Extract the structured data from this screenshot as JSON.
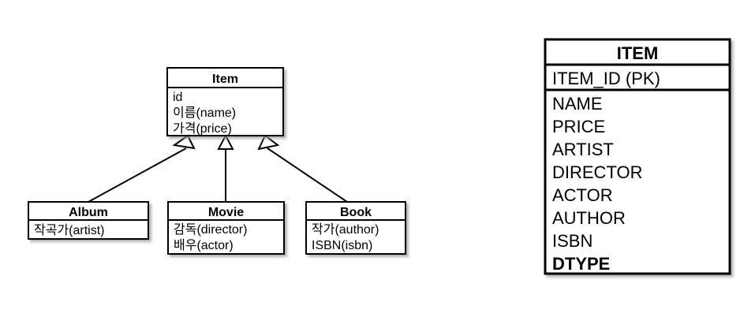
{
  "diagram": {
    "type": "uml-class-to-table-mapping",
    "uml": {
      "superclass": {
        "name": "Item",
        "attributes": [
          "id",
          "이름(name)",
          "가격(price)"
        ]
      },
      "subclasses": [
        {
          "name": "Album",
          "attributes": [
            "작곡가(artist)"
          ]
        },
        {
          "name": "Movie",
          "attributes": [
            "감독(director)",
            "배우(actor)"
          ]
        },
        {
          "name": "Book",
          "attributes": [
            "작가(author)",
            "ISBN(isbn)"
          ]
        }
      ],
      "relationship": "generalization"
    },
    "table": {
      "name": "ITEM",
      "primary_key": "ITEM_ID (PK)",
      "columns": [
        {
          "name": "NAME",
          "emphasis": "normal"
        },
        {
          "name": "PRICE",
          "emphasis": "normal"
        },
        {
          "name": "ARTIST",
          "emphasis": "normal"
        },
        {
          "name": "DIRECTOR",
          "emphasis": "normal"
        },
        {
          "name": "ACTOR",
          "emphasis": "normal"
        },
        {
          "name": "AUTHOR",
          "emphasis": "normal"
        },
        {
          "name": "ISBN",
          "emphasis": "normal"
        },
        {
          "name": "DTYPE",
          "emphasis": "bold"
        }
      ]
    },
    "colors": {
      "stroke": "#000000",
      "fill": "#ffffff",
      "background": "#ffffff",
      "shadow": "#b3b3b3"
    }
  }
}
